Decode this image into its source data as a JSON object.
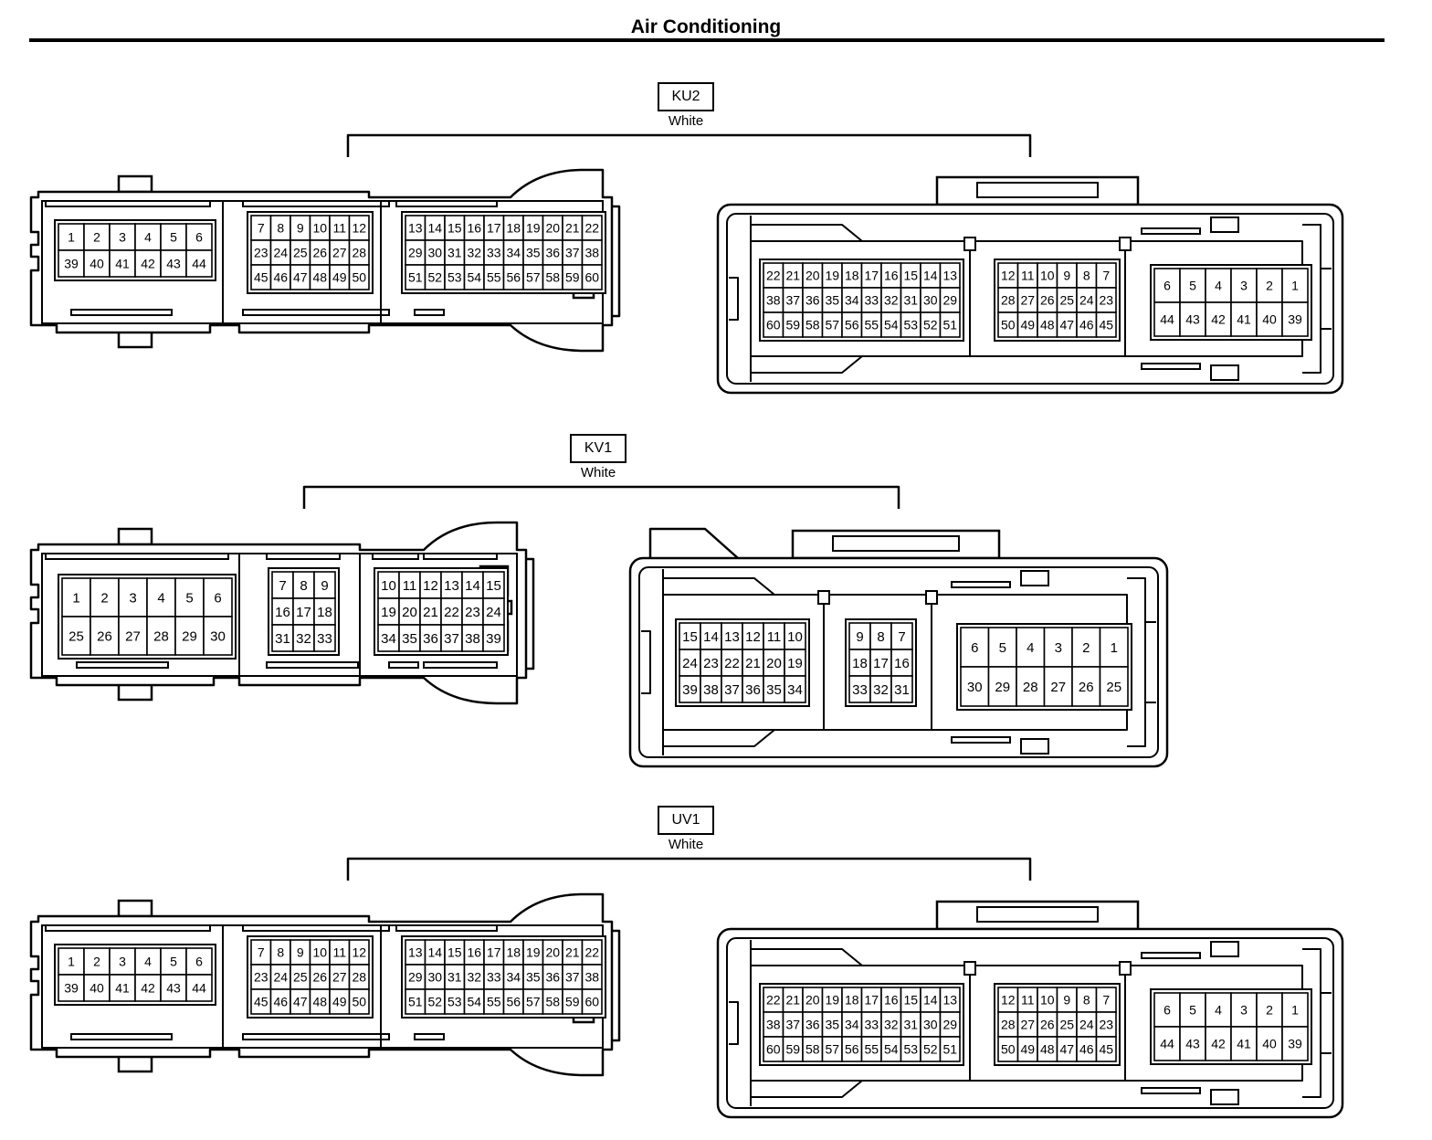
{
  "title": "Air Conditioning",
  "connectors": [
    {
      "id": "KU2",
      "color": "White",
      "male": {
        "blocks": [
          {
            "rows": [
              [
                1,
                2,
                3,
                4,
                5,
                6
              ],
              [
                39,
                40,
                41,
                42,
                43,
                44
              ]
            ]
          },
          {
            "rows": [
              [
                7,
                8,
                9,
                10,
                11,
                12
              ],
              [
                23,
                24,
                25,
                26,
                27,
                28
              ],
              [
                45,
                46,
                47,
                48,
                49,
                50
              ]
            ]
          },
          {
            "rows": [
              [
                13,
                14,
                15,
                16,
                17,
                18,
                19,
                20,
                21,
                22
              ],
              [
                29,
                30,
                31,
                32,
                33,
                34,
                35,
                36,
                37,
                38
              ],
              [
                51,
                52,
                53,
                54,
                55,
                56,
                57,
                58,
                59,
                60
              ]
            ]
          }
        ]
      },
      "female": {
        "blocks": [
          {
            "rows": [
              [
                22,
                21,
                20,
                19,
                18,
                17,
                16,
                15,
                14,
                13
              ],
              [
                38,
                37,
                36,
                35,
                34,
                33,
                32,
                31,
                30,
                29
              ],
              [
                60,
                59,
                58,
                57,
                56,
                55,
                54,
                53,
                52,
                51
              ]
            ]
          },
          {
            "rows": [
              [
                12,
                11,
                10,
                9,
                8,
                7
              ],
              [
                28,
                27,
                26,
                25,
                24,
                23
              ],
              [
                50,
                49,
                48,
                47,
                46,
                45
              ]
            ]
          },
          {
            "rows": [
              [
                6,
                5,
                4,
                3,
                2,
                1
              ],
              [
                44,
                43,
                42,
                41,
                40,
                39
              ]
            ]
          }
        ]
      }
    },
    {
      "id": "KV1",
      "color": "White",
      "male": {
        "blocks": [
          {
            "rows": [
              [
                1,
                2,
                3,
                4,
                5,
                6
              ],
              [
                25,
                26,
                27,
                28,
                29,
                30
              ]
            ]
          },
          {
            "rows": [
              [
                7,
                8,
                9
              ],
              [
                16,
                17,
                18
              ],
              [
                31,
                32,
                33
              ]
            ]
          },
          {
            "rows": [
              [
                10,
                11,
                12,
                13,
                14,
                15
              ],
              [
                19,
                20,
                21,
                22,
                23,
                24
              ],
              [
                34,
                35,
                36,
                37,
                38,
                39
              ]
            ]
          }
        ]
      },
      "female": {
        "blocks": [
          {
            "rows": [
              [
                15,
                14,
                13,
                12,
                11,
                10
              ],
              [
                24,
                23,
                22,
                21,
                20,
                19
              ],
              [
                39,
                38,
                37,
                36,
                35,
                34
              ]
            ]
          },
          {
            "rows": [
              [
                9,
                8,
                7
              ],
              [
                18,
                17,
                16
              ],
              [
                33,
                32,
                31
              ]
            ]
          },
          {
            "rows": [
              [
                6,
                5,
                4,
                3,
                2,
                1
              ],
              [
                30,
                29,
                28,
                27,
                26,
                25
              ]
            ]
          }
        ]
      }
    },
    {
      "id": "UV1",
      "color": "White",
      "male": {
        "blocks": [
          {
            "rows": [
              [
                1,
                2,
                3,
                4,
                5,
                6
              ],
              [
                39,
                40,
                41,
                42,
                43,
                44
              ]
            ]
          },
          {
            "rows": [
              [
                7,
                8,
                9,
                10,
                11,
                12
              ],
              [
                23,
                24,
                25,
                26,
                27,
                28
              ],
              [
                45,
                46,
                47,
                48,
                49,
                50
              ]
            ]
          },
          {
            "rows": [
              [
                13,
                14,
                15,
                16,
                17,
                18,
                19,
                20,
                21,
                22
              ],
              [
                29,
                30,
                31,
                32,
                33,
                34,
                35,
                36,
                37,
                38
              ],
              [
                51,
                52,
                53,
                54,
                55,
                56,
                57,
                58,
                59,
                60
              ]
            ]
          }
        ]
      },
      "female": {
        "blocks": [
          {
            "rows": [
              [
                22,
                21,
                20,
                19,
                18,
                17,
                16,
                15,
                14,
                13
              ],
              [
                38,
                37,
                36,
                35,
                34,
                33,
                32,
                31,
                30,
                29
              ],
              [
                60,
                59,
                58,
                57,
                56,
                55,
                54,
                53,
                52,
                51
              ]
            ]
          },
          {
            "rows": [
              [
                12,
                11,
                10,
                9,
                8,
                7
              ],
              [
                28,
                27,
                26,
                25,
                24,
                23
              ],
              [
                50,
                49,
                48,
                47,
                46,
                45
              ]
            ]
          },
          {
            "rows": [
              [
                6,
                5,
                4,
                3,
                2,
                1
              ],
              [
                44,
                43,
                42,
                41,
                40,
                39
              ]
            ]
          }
        ]
      }
    }
  ]
}
